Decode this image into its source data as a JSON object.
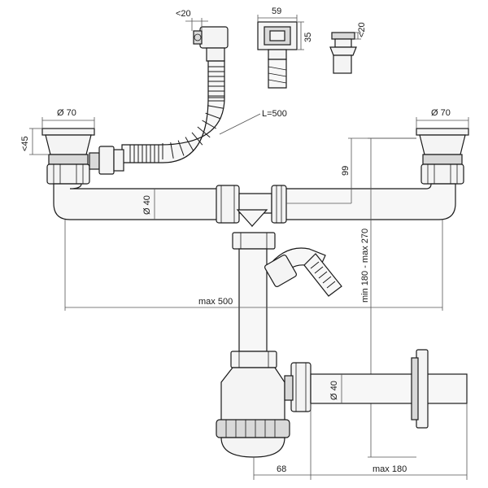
{
  "dimensions": {
    "waste_fitting_width": "59",
    "waste_fitting_height": "35",
    "overflow_thickness_left": "<20",
    "overflow_thickness_right": "<20",
    "flex_hose_length": "L=500",
    "basket_diameter_left": "Ø 70",
    "basket_diameter_right": "Ø 70",
    "basket_depth": "<45",
    "branch_offset": "99",
    "pipe_diameter_upper": "Ø 40",
    "overall_height": "min 180 - max 270",
    "overall_width": "max 500",
    "outlet_diameter": "Ø 40",
    "trap_offset": "68",
    "outlet_length": "max 180"
  },
  "colors": {
    "line": "#1a1a1a",
    "fill": "#f4f4f4",
    "dimension": "#555555"
  }
}
